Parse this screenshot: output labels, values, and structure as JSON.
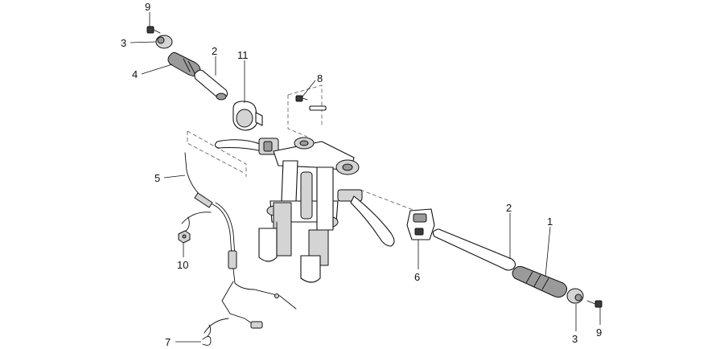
{
  "callouts": [
    {
      "id": "c9a",
      "label": "9"
    },
    {
      "id": "c3a",
      "label": "3"
    },
    {
      "id": "c4",
      "label": "4"
    },
    {
      "id": "c2a",
      "label": "2"
    },
    {
      "id": "c11",
      "label": "11"
    },
    {
      "id": "c8",
      "label": "8"
    },
    {
      "id": "c5",
      "label": "5"
    },
    {
      "id": "c10",
      "label": "10"
    },
    {
      "id": "c7",
      "label": "7"
    },
    {
      "id": "c6",
      "label": "6"
    },
    {
      "id": "c2b",
      "label": "2"
    },
    {
      "id": "c1",
      "label": "1"
    },
    {
      "id": "c3b",
      "label": "3"
    },
    {
      "id": "c9b",
      "label": "9"
    }
  ]
}
